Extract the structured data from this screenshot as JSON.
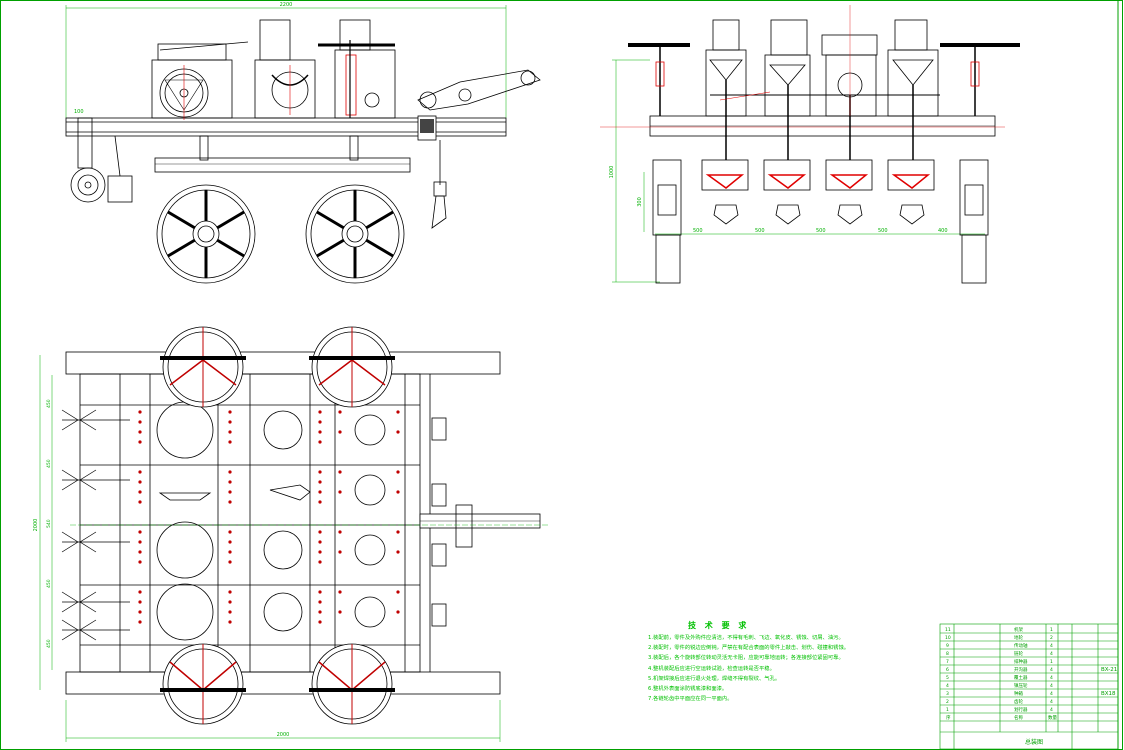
{
  "colors": {
    "line": "#000000",
    "dimension": "#00b000",
    "centerline": "#e00000",
    "frame_dark": "#303030",
    "border": "#00a000"
  },
  "side_view": {
    "overall_dim": "2200",
    "left_dim": "100"
  },
  "front_view": {
    "height_dim": "1000",
    "sub_height_dim": "300",
    "spacing_dims": [
      "500",
      "500",
      "500",
      "500",
      "400"
    ]
  },
  "plan_view": {
    "overall_width_dim": "2000",
    "overall_height_dim": "2000",
    "row_dims": [
      "450",
      "450",
      "540",
      "450",
      "450"
    ]
  },
  "tech_requirements": {
    "title": "技 术 要 求",
    "items": [
      "1.装配前，零件及外购件应清洁，不得有毛刺、飞边、氧化皮、锈蚀、切屑、油污。",
      "2.装配时，零件的锐边应倒钝，严禁在有配合表面的零件上敲击、划伤、碰撞和锈蚀。",
      "3.装配后，各个旋转部位转动灵活无卡阻，应能可靠地运转；各连接部位紧固可靠。",
      "4.整机装配后应进行空运转试验，检查运转是否平稳。",
      "5.机架焊接后应进行退火处理，焊缝不得有裂纹、气孔。",
      "6.整机外表面涂防锈底漆和面漆。",
      "7.各链轮齿中平面应在同一平面内。"
    ]
  },
  "title_block": {
    "row_numbers": [
      "11",
      "10",
      "9",
      "8",
      "7",
      "6",
      "5",
      "4",
      "3",
      "2",
      "1"
    ],
    "part_names": [
      "机架",
      "地轮",
      "传动轴",
      "链轮",
      "排种器",
      "开沟器",
      "覆土器",
      "镇压轮",
      "种箱",
      "齿轮",
      "划行器"
    ],
    "quantities": [
      "1",
      "2",
      "4",
      "4",
      "1",
      "4",
      "4",
      "4",
      "4",
      "4",
      "4"
    ],
    "header_seq": "序",
    "header_name": "名称",
    "header_qty": "数量",
    "code_a": "BX-21",
    "code_b": "BX18",
    "drawing_name": "总装图"
  }
}
